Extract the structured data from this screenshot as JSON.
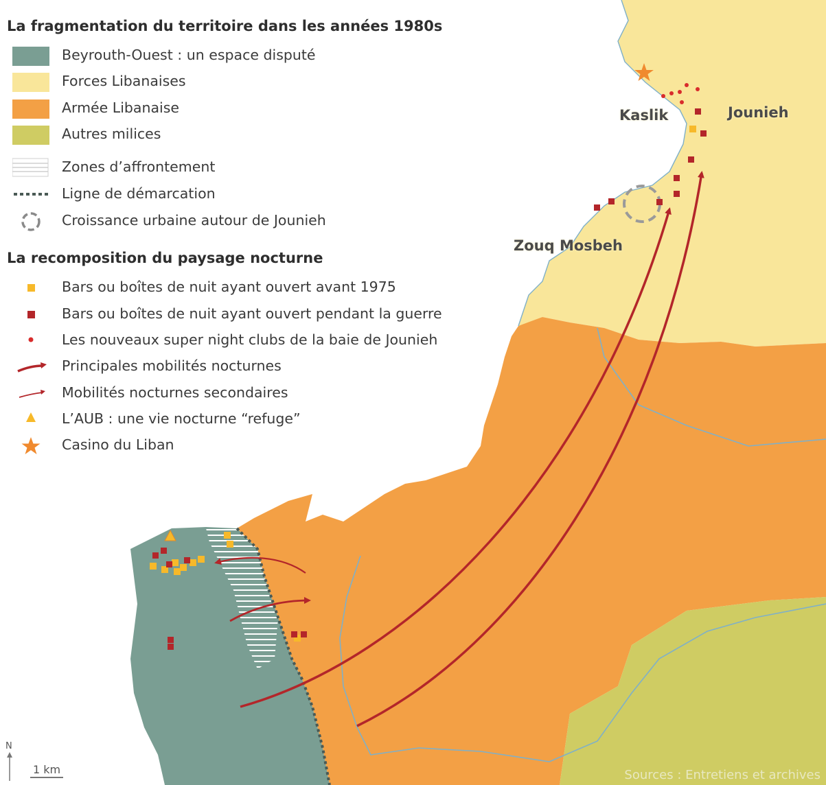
{
  "legend": {
    "title_territory": "La fragmentation du territoire dans les années 1980s",
    "title_night": "La recomposition du paysage nocturne",
    "items_territory": [
      {
        "label": "Beyrouth-Ouest : un espace disputé",
        "color": "#7a9e93"
      },
      {
        "label": "Forces Libanaises",
        "color": "#f9e69a"
      },
      {
        "label": "Armée Libanaise",
        "color": "#f3a045"
      },
      {
        "label": "Autres milices",
        "color": "#cfcc63"
      },
      {
        "label": "Zones d’affrontement"
      },
      {
        "label": "Ligne de démarcation"
      },
      {
        "label": "Croissance urbaine autour de Jounieh"
      }
    ],
    "items_night": [
      {
        "label": "Bars ou boîtes de nuit ayant ouvert avant 1975",
        "color": "#f7b92a"
      },
      {
        "label": "Bars ou boîtes de nuit ayant ouvert pendant la guerre",
        "color": "#b3262a"
      },
      {
        "label": "Les nouveaux super night clubs de la baie de Jounieh",
        "color": "#d82c2c"
      },
      {
        "label": "Principales mobilités nocturnes",
        "color": "#b3262a"
      },
      {
        "label": "Mobilités nocturnes secondaires",
        "color": "#b3262a"
      },
      {
        "label": "L’AUB : une vie nocturne “refuge”",
        "color": "#f7b92a"
      },
      {
        "label": "Casino du Liban",
        "color": "#f08a2e"
      }
    ]
  },
  "places": {
    "kaslik": "Kaslik",
    "jounieh": "Jounieh",
    "zouq": "Zouq Mosbeh"
  },
  "scale": {
    "north": "N",
    "label": "1 km"
  },
  "sources": "Sources : Entretiens et archives"
}
